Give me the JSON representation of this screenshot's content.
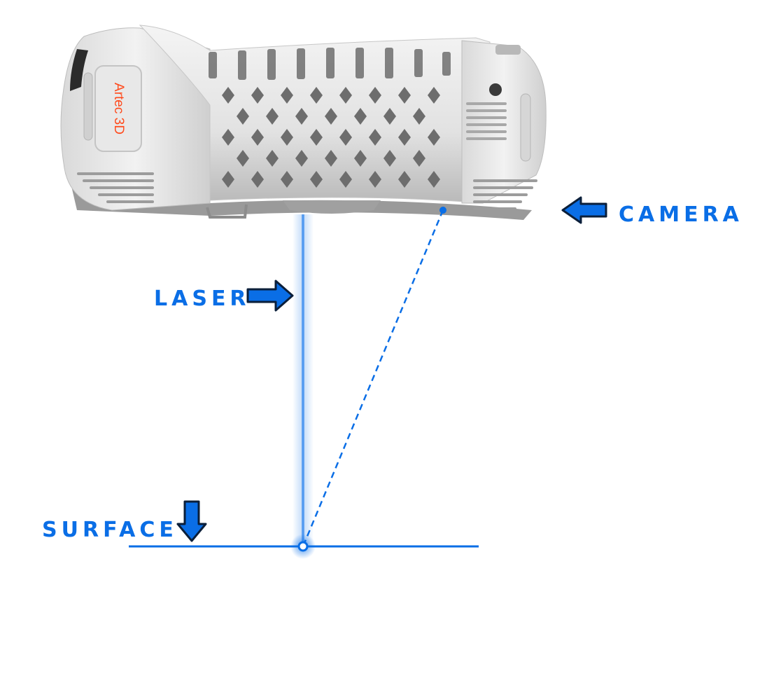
{
  "colors": {
    "accent": "#0a6ee6",
    "accent_light": "#4a9af5",
    "scanner_body": "#e6e6e6",
    "scanner_shadow": "#a9a9a9",
    "scanner_dark": "#7a7a7a",
    "brand_text": "#ff4a1c"
  },
  "scanner": {
    "brand": "Artec 3D"
  },
  "labels": {
    "camera": "CAMERA",
    "laser": "LASER",
    "surface": "SURFACE"
  },
  "icons": {
    "camera_arrow": "arrow-left-icon",
    "laser_arrow": "arrow-right-icon",
    "surface_arrow": "arrow-down-icon"
  }
}
